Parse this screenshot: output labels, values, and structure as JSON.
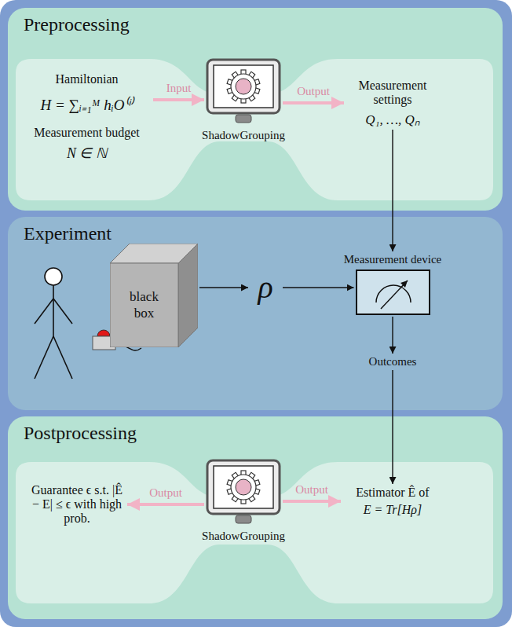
{
  "diagram": {
    "nodes": [
      {
        "text": [
          "Preprocessing"
        ]
      },
      {
        "text": [
          "Hamiltonian",
          "H = ∑ᵢ₌₁ᴹ hᵢO⁽ⁱ⁾",
          "Measurement budget",
          "N ∈ ℕ"
        ],
        "in": 0
      },
      {
        "text": [
          "ShadowGrouping"
        ],
        "in": 0
      },
      {
        "text": [
          "Measurement settings",
          "Q₁, …, Qₙ"
        ],
        "in": 0
      },
      {
        "text": [
          "Experiment"
        ]
      },
      {
        "text": [
          "black box"
        ],
        "in": 4
      },
      {
        "text": [
          "ρ"
        ],
        "in": 4
      },
      {
        "text": [
          "Measurement device"
        ],
        "in": 4
      },
      {
        "text": [
          "Outcomes"
        ],
        "in": 4
      },
      {
        "text": [
          "Postprocessing"
        ]
      },
      {
        "text": [
          "Guarantee ϵ s.t. |Ê − E| ≤ ϵ with high prob."
        ],
        "in": 9
      },
      {
        "text": [
          "ShadowGrouping"
        ],
        "in": 9
      },
      {
        "text": [
          "Estimator Ê of",
          "E = Tr[Hρ]"
        ],
        "in": 9
      }
    ],
    "edges": [
      {
        "from": 1,
        "to": 2,
        "label": "Input",
        "arrow": "to"
      },
      {
        "from": 2,
        "to": 3,
        "label": "Output",
        "arrow": "to"
      },
      {
        "from": 3,
        "to": 7,
        "arrow": "to"
      },
      {
        "from": 5,
        "to": 6,
        "arrow": "to"
      },
      {
        "from": 6,
        "to": 7,
        "arrow": "to"
      },
      {
        "from": 7,
        "to": 8,
        "arrow": "to"
      },
      {
        "from": 8,
        "to": 12,
        "arrow": "to"
      },
      {
        "from": 11,
        "to": 10,
        "label": "Output",
        "arrow": "to"
      },
      {
        "from": 11,
        "to": 12,
        "label": "Output",
        "arrow": "to"
      }
    ]
  }
}
